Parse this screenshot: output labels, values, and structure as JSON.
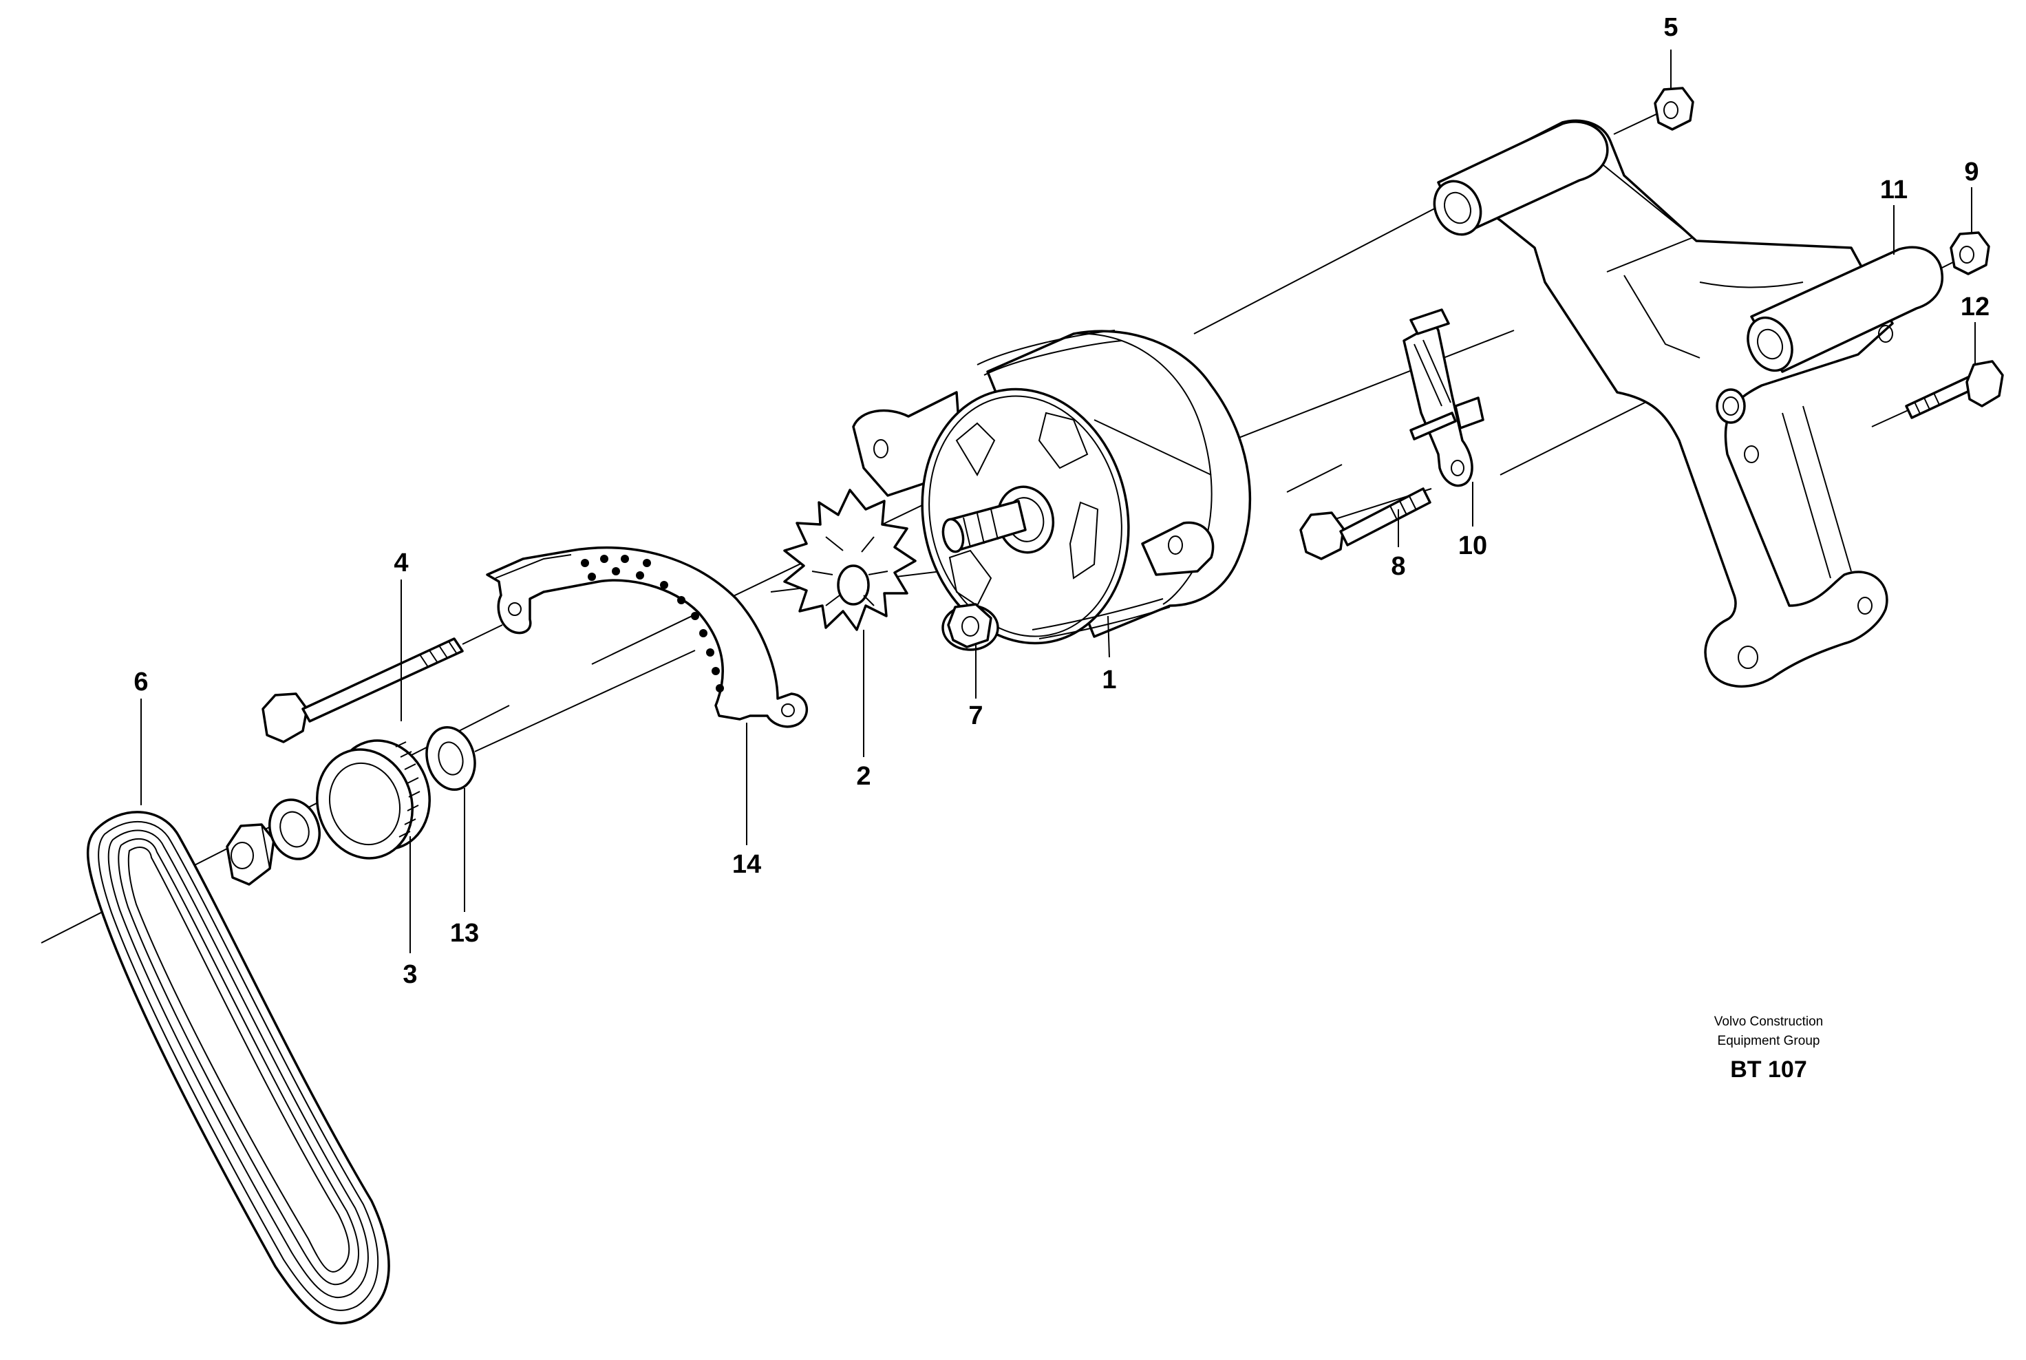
{
  "callouts": [
    {
      "id": "1",
      "label": "1"
    },
    {
      "id": "2",
      "label": "2"
    },
    {
      "id": "3",
      "label": "3"
    },
    {
      "id": "4",
      "label": "4"
    },
    {
      "id": "5",
      "label": "5"
    },
    {
      "id": "6",
      "label": "6"
    },
    {
      "id": "7",
      "label": "7"
    },
    {
      "id": "8",
      "label": "8"
    },
    {
      "id": "9",
      "label": "9"
    },
    {
      "id": "10",
      "label": "10"
    },
    {
      "id": "11",
      "label": "11"
    },
    {
      "id": "12",
      "label": "12"
    },
    {
      "id": "13",
      "label": "13"
    },
    {
      "id": "14",
      "label": "14"
    }
  ],
  "footer": {
    "line1": "Volvo Construction",
    "line2": "Equipment Group",
    "code": "BT 107"
  }
}
